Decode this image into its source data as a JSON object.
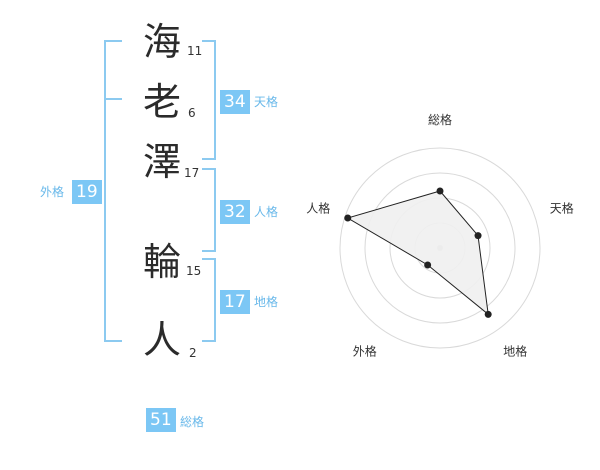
{
  "name": {
    "chars": [
      {
        "char": "海",
        "strokes": "11"
      },
      {
        "char": "老",
        "strokes": "6"
      },
      {
        "char": "澤",
        "strokes": "17"
      },
      {
        "char": "輪",
        "strokes": "15"
      },
      {
        "char": "人",
        "strokes": "2"
      }
    ]
  },
  "fortune": {
    "tenkaku": {
      "value": "34",
      "label": "天格"
    },
    "jinkaku": {
      "value": "32",
      "label": "人格"
    },
    "chikaku": {
      "value": "17",
      "label": "地格"
    },
    "gaikaku": {
      "value": "19",
      "label": "外格"
    },
    "soukaku": {
      "value": "51",
      "label": "総格"
    }
  },
  "chart_data": {
    "type": "radar",
    "axes": [
      "総格",
      "天格",
      "地格",
      "外格",
      "人格"
    ],
    "values": [
      0.57,
      0.4,
      0.82,
      0.21,
      0.97
    ],
    "range": [
      0,
      1
    ],
    "grid_rings": 4,
    "fill_color": "#f0f0f0",
    "line_color": "#222222",
    "grid_color": "#d9d9d9",
    "accent_color": "#7cc7f5"
  }
}
